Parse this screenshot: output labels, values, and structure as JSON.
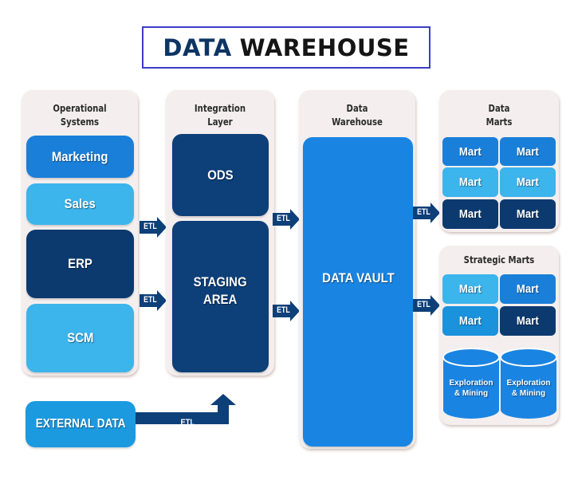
{
  "title": {
    "part1": "DATA",
    "part2": "WAREHOUSE"
  },
  "colors": {
    "title_border": "#3b3dc4",
    "navy": "#0d3a6e",
    "blue": "#1a82de",
    "light_blue": "#3cb4ec",
    "panel_bg": "#f4efee"
  },
  "operational": {
    "heading_line1": "Operational",
    "heading_line2": "Systems",
    "items": [
      {
        "label": "Marketing"
      },
      {
        "label": "Sales"
      },
      {
        "label": "ERP"
      },
      {
        "label": "SCM"
      }
    ]
  },
  "external": {
    "label": "EXTERNAL DATA",
    "arrow_label": "ETL"
  },
  "integration": {
    "heading_line1": "Integration",
    "heading_line2": "Layer",
    "ods": "ODS",
    "staging_line1": "STAGING",
    "staging_line2": "AREA"
  },
  "warehouse": {
    "heading_line1": "Data",
    "heading_line2": "Warehouse",
    "vault": "DATA VAULT"
  },
  "data_marts": {
    "heading_line1": "Data",
    "heading_line2": "Marts",
    "marts": [
      "Mart",
      "Mart",
      "Mart",
      "Mart",
      "Mart",
      "Mart"
    ]
  },
  "strategic_marts": {
    "heading": "Strategic Marts",
    "marts": [
      "Mart",
      "Mart",
      "Mart",
      "Mart"
    ],
    "cylinders": [
      {
        "line1": "Exploration",
        "line2": "& Mining"
      },
      {
        "line1": "Exploration",
        "line2": "& Mining"
      }
    ]
  },
  "etl_label": "ETL"
}
